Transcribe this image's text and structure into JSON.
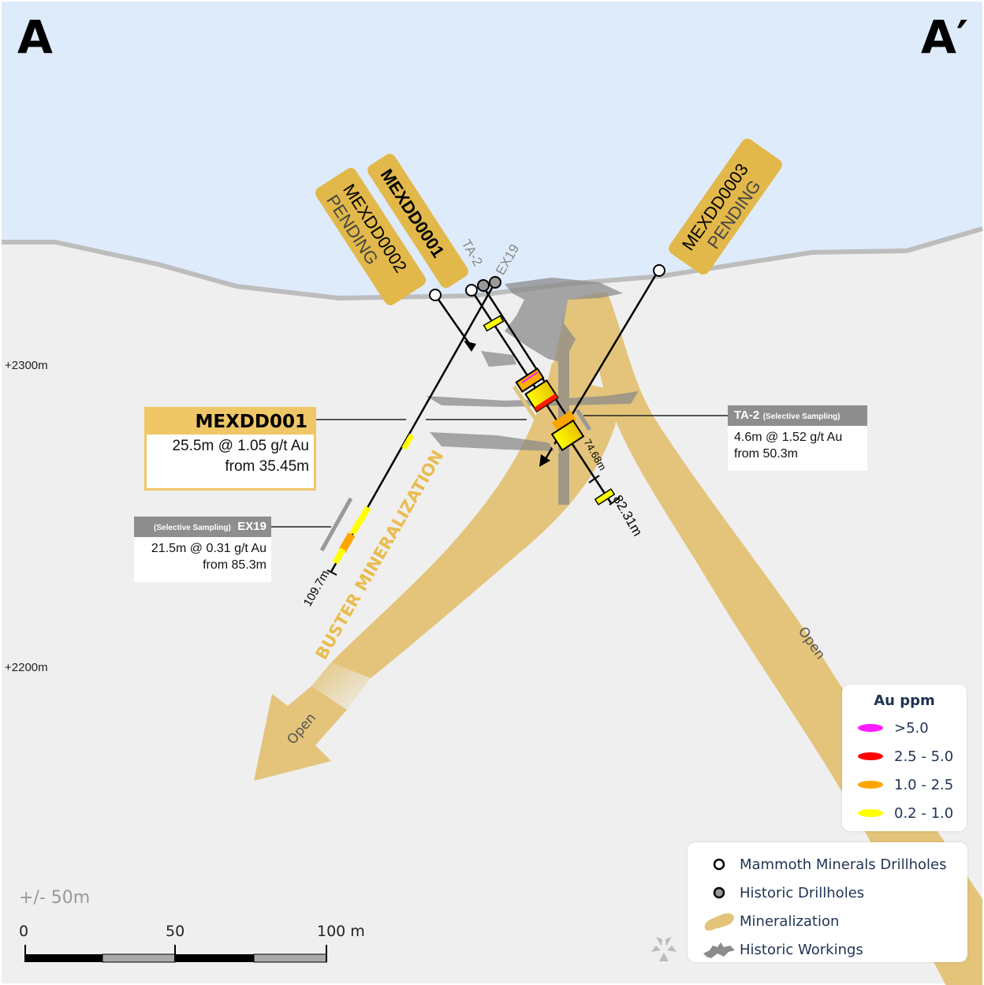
{
  "section": {
    "start_label": "A",
    "end_label": "A′"
  },
  "elevations": [
    "+2300m",
    "+2200m"
  ],
  "drillhole_tags": [
    {
      "id": "MEXDD0001",
      "status": ""
    },
    {
      "id": "MEXDD0002",
      "status": "PENDING"
    },
    {
      "id": "MEXDD0003",
      "status": "PENDING"
    }
  ],
  "historic_hole_labels": [
    "TA-2",
    "EX19"
  ],
  "depth_labels": [
    "74.68m",
    "82.31m",
    "109.7m"
  ],
  "callouts": {
    "mexdd001": {
      "title": "MEXDD001",
      "line1": "25.5m @ 1.05 g/t Au",
      "line2": "from 35.45m"
    },
    "ta2": {
      "title": "TA-2",
      "note": "(Selective Sampling)",
      "line1": "4.6m @ 1.52 g/t Au",
      "line2": "from 50.3m"
    },
    "ex19": {
      "title": "EX19",
      "note": "(Selective Sampling)",
      "line1": "21.5m @ 0.31 g/t Au",
      "line2": "from 85.3m"
    }
  },
  "zone_labels": {
    "buster": "BUSTER MINERALIZATION",
    "open_left": "Open",
    "open_right": "Open"
  },
  "scale": {
    "tolerance": "+/- 50m",
    "ticks": [
      "0",
      "50",
      "100 m"
    ]
  },
  "au_legend": {
    "title": "Au ppm",
    "items": [
      {
        "label": ">5.0",
        "color": "#ff1aff"
      },
      {
        "label": "2.5 - 5.0",
        "color": "#ff0000"
      },
      {
        "label": "1.0 - 2.5",
        "color": "#ffa500"
      },
      {
        "label": "0.2 - 1.0",
        "color": "#ffff00"
      }
    ]
  },
  "symbol_legend": {
    "items": [
      {
        "label": "Mammoth Minerals Drillholes",
        "icon": "white-circle"
      },
      {
        "label": "Historic Drillholes",
        "icon": "grey-circle"
      },
      {
        "label": "Mineralization",
        "icon": "gold-blob"
      },
      {
        "label": "Historic Workings",
        "icon": "grey-workings"
      }
    ]
  },
  "colors": {
    "sky": "#deebfb",
    "ground": "#efefef",
    "mineralization": "#e3c47a",
    "tag": "#e2b84a",
    "callout_gold": "#efc767",
    "callout_grey": "#8e8e8e",
    "legend_text": "#1f3352"
  }
}
